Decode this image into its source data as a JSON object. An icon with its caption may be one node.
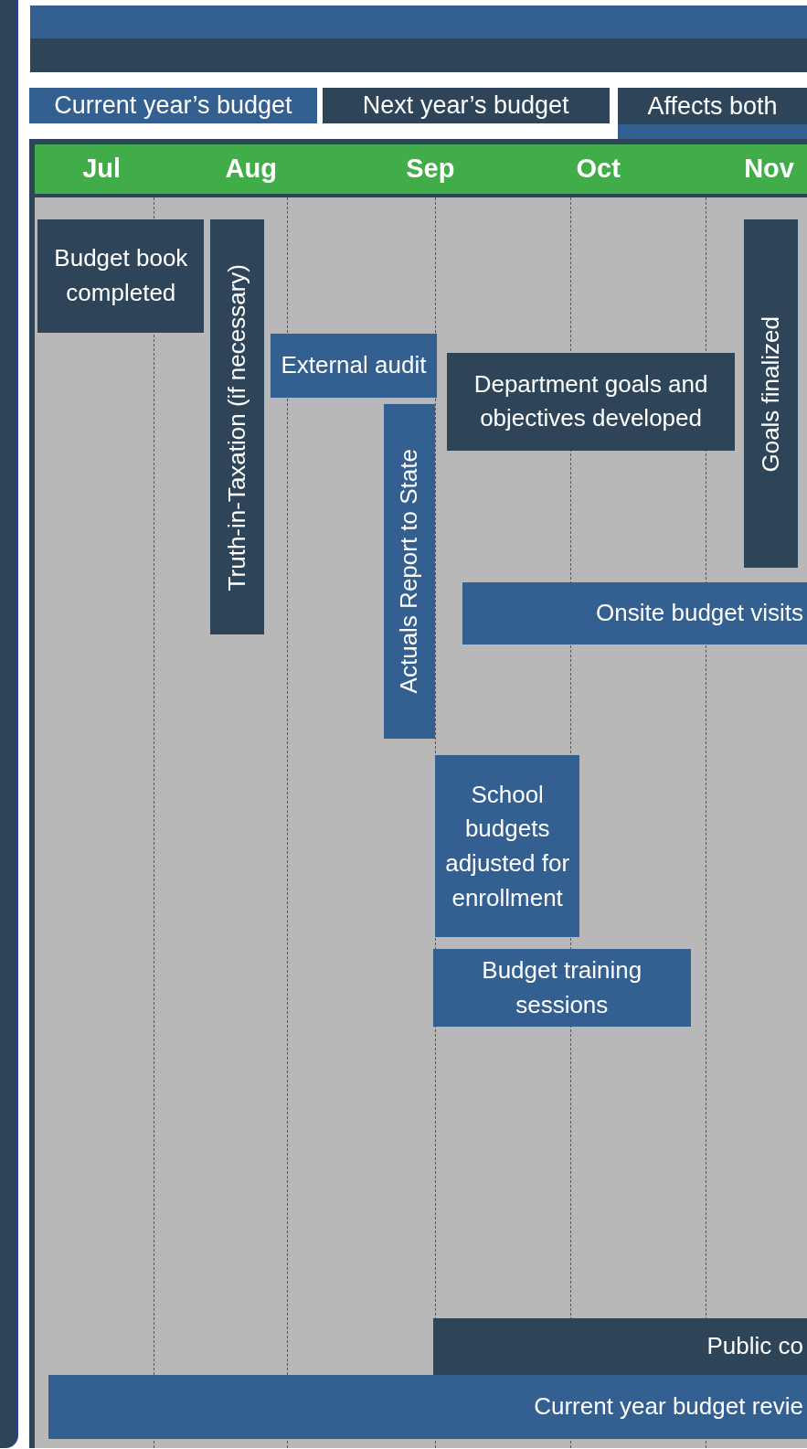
{
  "diagram": {
    "nodes": [
      {
        "text": [
          "Budget book completed"
        ]
      },
      {
        "text": [
          "Truth-in-Taxation (if necessary)"
        ]
      },
      {
        "text": [
          "External audit"
        ]
      },
      {
        "text": [
          "Department goals and objectives developed"
        ]
      },
      {
        "text": [
          "Goals finalized"
        ]
      },
      {
        "text": [
          "Actuals Report to State"
        ]
      },
      {
        "text": [
          "Onsite budget visits"
        ]
      },
      {
        "text": [
          "School budgets adjusted for enrollment"
        ]
      },
      {
        "text": [
          "Budget training sessions"
        ]
      },
      {
        "text": [
          "Public co"
        ]
      },
      {
        "text": [
          "Current year budget revie"
        ]
      }
    ],
    "edges": [],
    "labels": [
      "Jul",
      "Aug",
      "Sep",
      "Oct",
      "Nov"
    ],
    "legend": [
      {
        "text": "Current year’s budget",
        "color": "#345f91"
      },
      {
        "text": "Next year’s budget",
        "color": "#2e4559"
      },
      {
        "text": "Affects both"
      }
    ]
  }
}
